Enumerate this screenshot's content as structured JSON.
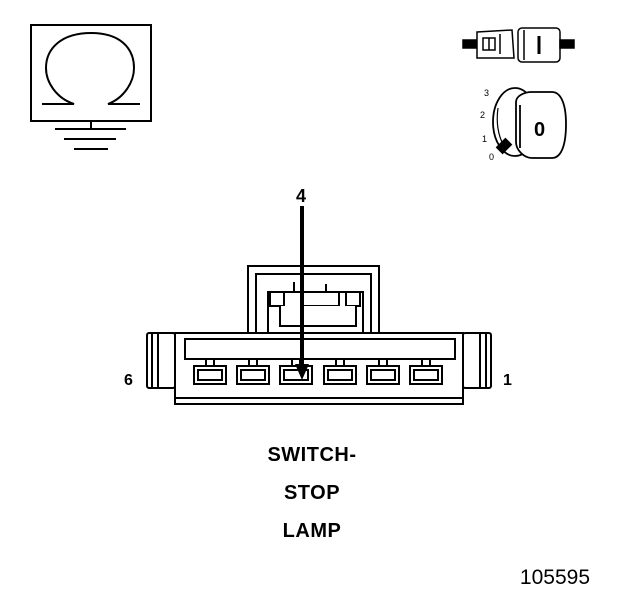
{
  "pin_callout": "4",
  "pin_left_label": "6",
  "pin_right_label": "1",
  "component_name": [
    "SWITCH-",
    "STOP",
    "LAMP"
  ],
  "figure_number": "105595",
  "ignition_positions": [
    "3",
    "2",
    "1",
    "0"
  ],
  "key_glyph": "0",
  "icons": {
    "meter": "ohmmeter-ground-icon",
    "connector": "connector-disconnected-icon",
    "ignition": "ignition-key-off-icon"
  },
  "colors": {
    "line": "#000000",
    "background": "#ffffff"
  }
}
